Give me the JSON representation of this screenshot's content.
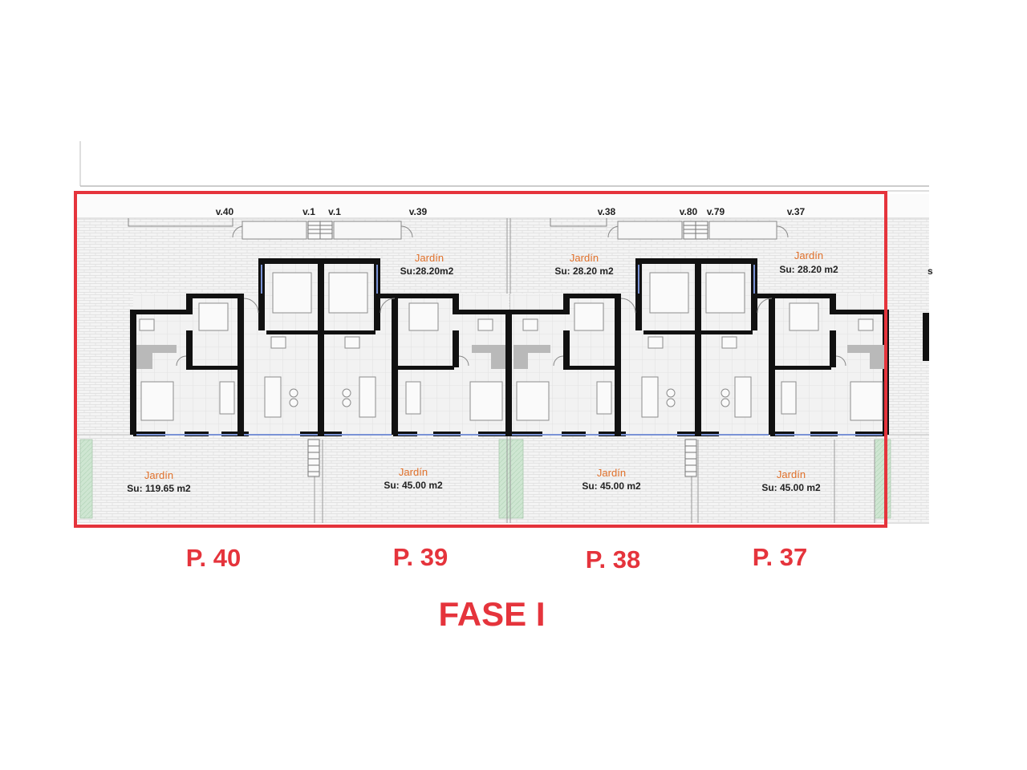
{
  "plan": {
    "colors": {
      "outline": "#e5343c",
      "garden_text": "#e0702a",
      "hedge": "#cfe6d2",
      "wall": "#111111"
    },
    "v_labels": [
      "v.40",
      "v.1",
      "v.1",
      "v.39",
      "v.38",
      "v.80",
      "v.79",
      "v.37"
    ],
    "gardens_top": [
      {
        "name": "Jardín",
        "area": "Su:28.20m2"
      },
      {
        "name": "Jardín",
        "area": "Su: 28.20 m2"
      },
      {
        "name": "Jardín",
        "area": "Su: 28.20 m2"
      }
    ],
    "gardens_bottom": [
      {
        "name": "Jardín",
        "area": "Su: 119.65 m2"
      },
      {
        "name": "Jardín",
        "area": "Su: 45.00 m2"
      },
      {
        "name": "Jardín",
        "area": "Su: 45.00 m2"
      },
      {
        "name": "Jardín",
        "area": "Su: 45.00 m2"
      }
    ],
    "cut_mark": "s"
  },
  "plots": [
    "P. 40",
    "P. 39",
    "P. 38",
    "P. 37"
  ],
  "phase": "FASE I"
}
